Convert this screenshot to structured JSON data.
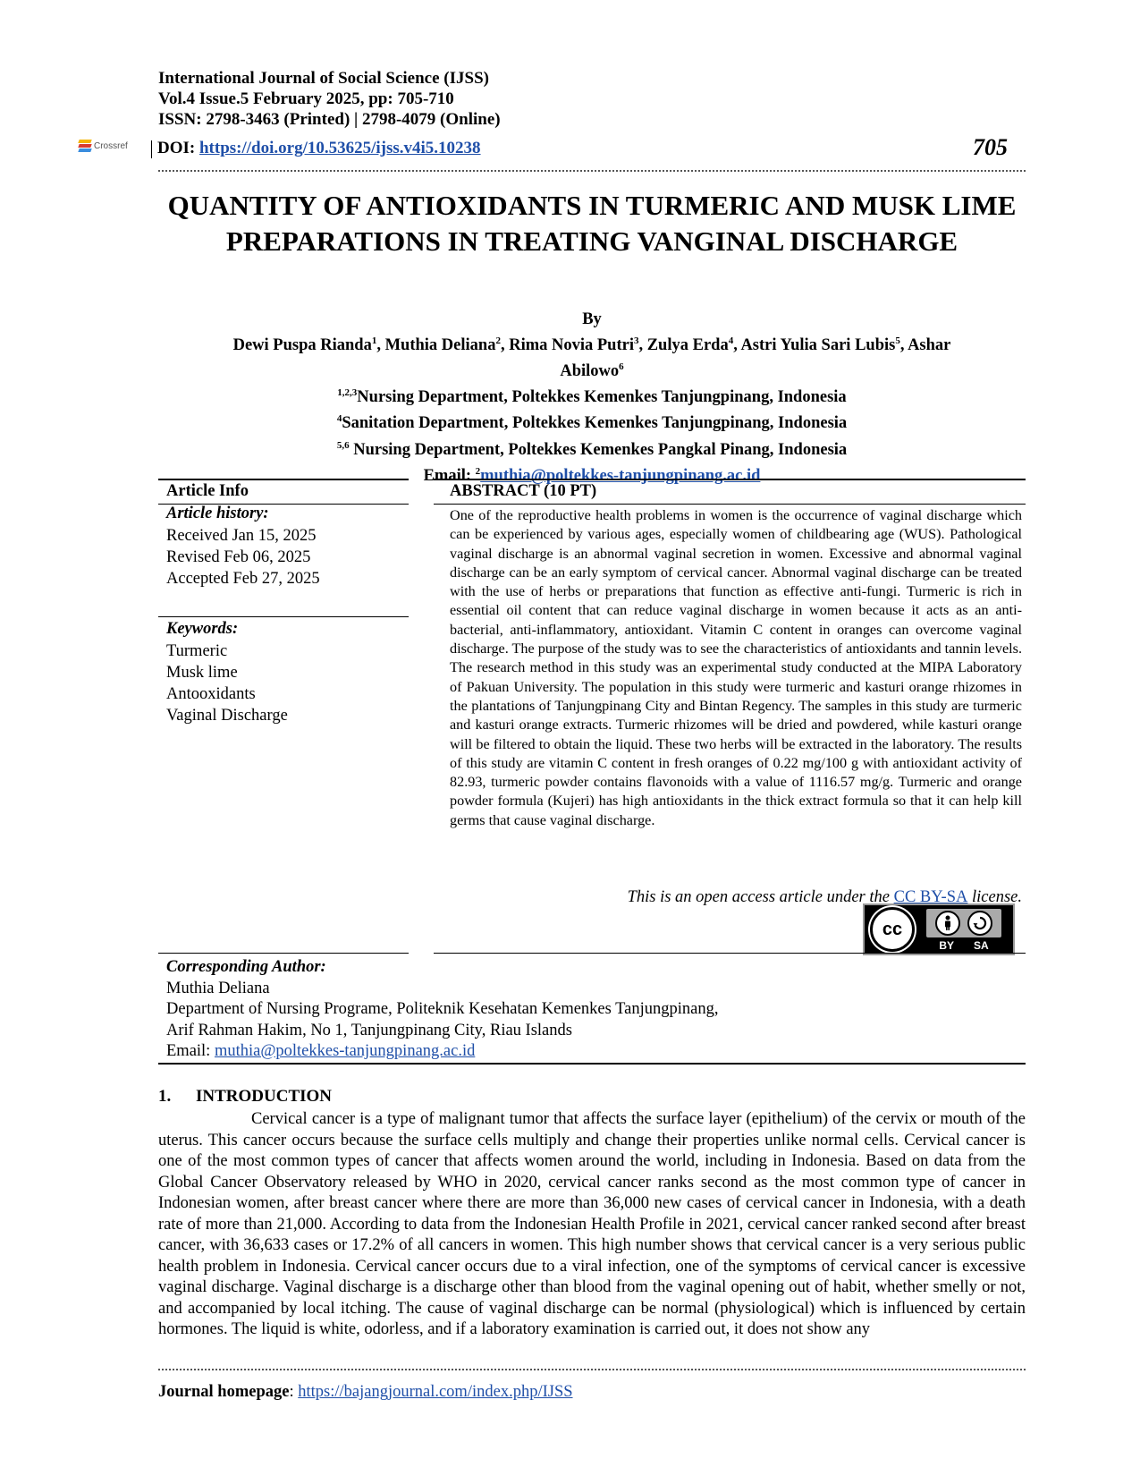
{
  "header": {
    "journal": "International Journal of Social Science (IJSS)",
    "volume": "Vol.4 Issue.5 February 2025, pp: 705-710",
    "issn": "ISSN: 2798-3463 (Printed) | 2798-4079 (Online)",
    "doi_label": "DOI: ",
    "doi_link": "https://doi.org/10.53625/ijss.v4i5.10238",
    "crossref_logo": "Crossref",
    "page_number": "705"
  },
  "title": "QUANTITY OF ANTIOXIDANTS IN TURMERIC AND MUSK LIME PREPARATIONS IN TREATING VANGINAL DISCHARGE",
  "byline": {
    "by": "By",
    "authors": [
      {
        "name": "Dewi Puspa Rianda",
        "sup": "1"
      },
      {
        "name": "Muthia Deliana",
        "sup": "2"
      },
      {
        "name": "Rima Novia Putri",
        "sup": "3"
      },
      {
        "name": "Zulya Erda",
        "sup": "4"
      },
      {
        "name": "Astri Yulia Sari Lubis",
        "sup": "5"
      },
      {
        "name": "Ashar Abilowo",
        "sup": "6"
      }
    ],
    "affiliations": [
      {
        "sup": "1,2,3",
        "text": "Nursing Department, Poltekkes Kemenkes Tanjungpinang, Indonesia"
      },
      {
        "sup": "4",
        "text": "Sanitation Department, Poltekkes Kemenkes Tanjungpinang, Indonesia"
      },
      {
        "sup": "5,6",
        "text": " Nursing Department, Poltekkes Kemenkes Pangkal Pinang, Indonesia"
      }
    ],
    "email_label": "Email: ",
    "email_sup": "2",
    "email": "muthia@poltekkes-tanjungpinang.ac.id"
  },
  "article_info": {
    "heading": "Article Info",
    "history_heading": "Article history:",
    "history": [
      "Received Jan 15, 2025",
      "Revised Feb 06, 2025",
      "Accepted Feb 27, 2025"
    ],
    "keywords_heading": "Keywords:",
    "keywords": [
      "Turmeric",
      "Musk lime",
      "Antooxidants",
      "Vaginal Discharge"
    ]
  },
  "abstract": {
    "heading": "ABSTRACT (10 PT)",
    "text": "One of the reproductive health problems in women is the occurrence of vaginal discharge which can be experienced by various ages, especially women of childbearing age (WUS). Pathological vaginal discharge is an abnormal vaginal secretion in women. Excessive and abnormal vaginal discharge can be an early symptom of cervical cancer. Abnormal vaginal discharge can be treated with the use of herbs or preparations that function as effective anti-fungi. Turmeric is rich in essential oil content that can reduce vaginal discharge in women because it acts as an anti-bacterial, anti-inflammatory, antioxidant. Vitamin C content in oranges can overcome vaginal discharge. The purpose of the study was to see the characteristics of antioxidants and tannin levels. The research method in this study was an experimental study conducted at the MIPA Laboratory of Pakuan University. The population in this study were turmeric and kasturi orange rhizomes in the plantations of Tanjungpinang City and Bintan Regency. The samples in this study are turmeric and kasturi orange extracts. Turmeric rhizomes will be dried and powdered, while kasturi orange will be filtered to obtain the liquid. These two herbs will be extracted in the laboratory. The results of this study are vitamin C content in fresh oranges of 0.22 mg/100 g with antioxidant activity of 82.93, turmeric powder contains flavonoids with a value of 1116.57 mg/g. Turmeric and orange powder formula (Kujeri) has high antioxidants in the thick extract formula so that it can help kill germs that cause vaginal discharge.",
    "license_pre": "This is an open access article under the ",
    "license_link": "CC BY-SA",
    "license_post": " license.",
    "badge_cc": "cc",
    "badge_by": "BY",
    "badge_sa": "SA"
  },
  "corresponding": {
    "heading": "Corresponding Author:",
    "name": "Muthia Deliana",
    "dept": "Department of Nursing Programe, Politeknik Kesehatan Kemenkes Tanjungpinang,",
    "address": "Arif Rahman Hakim, No 1, Tanjungpinang City, Riau Islands",
    "email_label": "Email: ",
    "email": "muthia@poltekkes-tanjungpinang.ac.id"
  },
  "introduction": {
    "number": "1.",
    "heading": "INTRODUCTION",
    "text": "Cervical cancer is a type of malignant tumor that affects the surface layer (epithelium) of the cervix or mouth of the uterus. This cancer occurs because the surface cells multiply and change their properties unlike normal cells. Cervical cancer is one of the most common types of cancer that affects women around the world, including in Indonesia. Based on data from the Global Cancer Observatory released by WHO in 2020, cervical cancer ranks second as the most common type of cancer in Indonesian women, after breast cancer where there are more than 36,000 new cases of cervical cancer in Indonesia, with a death rate of more than 21,000. According to data from the Indonesian Health Profile in 2021, cervical cancer ranked second after breast cancer, with 36,633 cases or 17.2% of all cancers in women. This high number shows that cervical cancer is a very serious public health problem in Indonesia. Cervical cancer occurs due to a viral infection, one of the symptoms of cervical cancer is excessive vaginal discharge. Vaginal discharge is a discharge other than blood from the vaginal opening out of habit, whether smelly or not, and accompanied by local itching. The cause of vaginal discharge can be normal (physiological) which is influenced by certain hormones. The liquid is white, odorless, and if a laboratory examination is carried out, it does not show any"
  },
  "footer": {
    "label": "Journal homepage",
    "colon": ": ",
    "link": "https://bajangjournal.com/index.php/IJSS"
  }
}
